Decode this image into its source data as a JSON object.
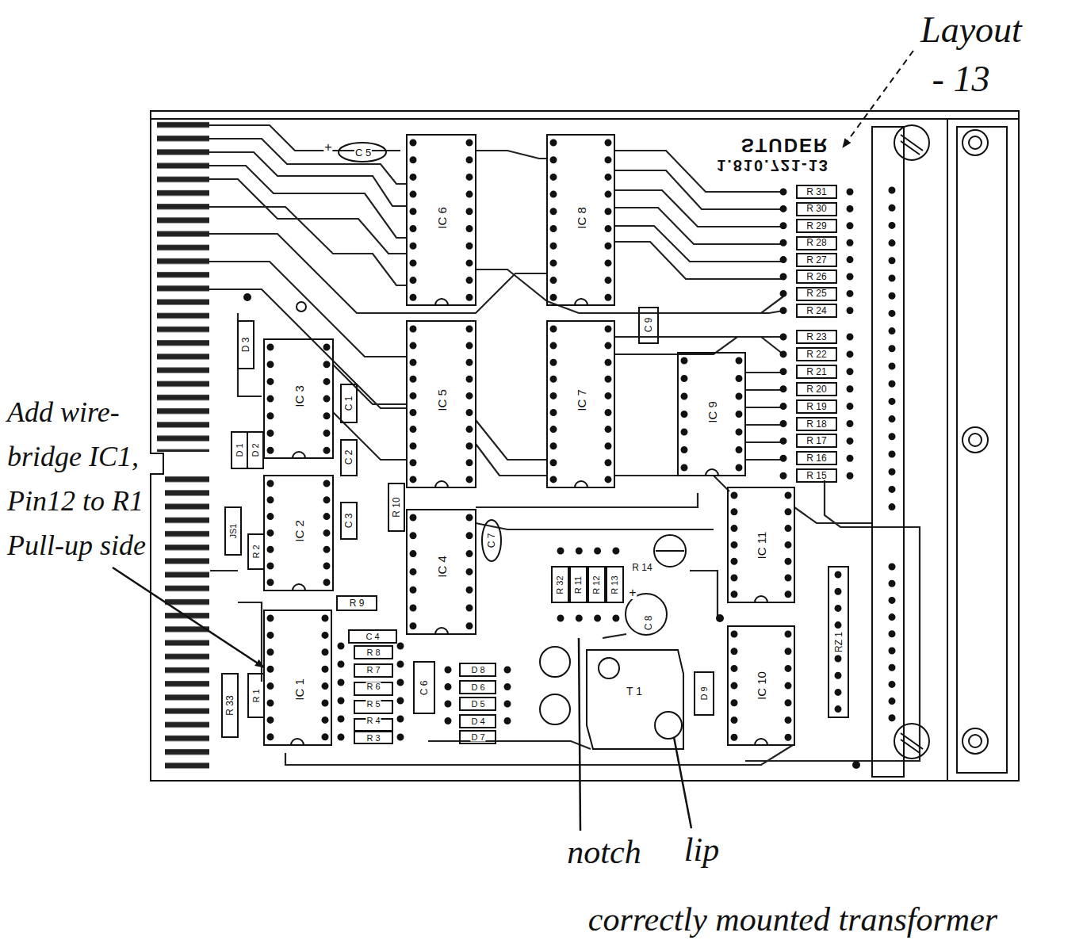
{
  "diagram": {
    "labels": [
      "Layout",
      "- 13",
      "STUDER",
      "1.810.721-13",
      "+",
      "C 5",
      "IC 6",
      "IC 8",
      "R 31",
      "R 30",
      "R 29",
      "R 28",
      "R 27",
      "R 26",
      "R 25",
      "R 24",
      "C 9",
      "R 23",
      "R 22",
      "R 21",
      "R 20",
      "R 19",
      "R 18",
      "R 17",
      "R 16",
      "R 15",
      "IC 5",
      "IC 7",
      "IC 9",
      "D 3",
      "IC 3",
      "C 1",
      "D 1",
      "D 2",
      "C 2",
      "JS1",
      "IC 2",
      "C 3",
      "R 2",
      "R 10",
      "IC 4",
      "C 7",
      "R 32",
      "R 11",
      "R 12",
      "R 13",
      "R 14",
      "IC 11",
      "+",
      "C 8",
      "RZ 1",
      "R 9",
      "C 4",
      "R 8",
      "R 7",
      "R 6",
      "R 5",
      "R 4",
      "R 3",
      "C 6",
      "D 8",
      "D 6",
      "D 5",
      "D 4",
      "D 7",
      "T 1",
      "D 9",
      "IC 10",
      "IC 1",
      "R 1",
      "R 33",
      "Add wire-bridge IC1, Pin12 to R1 Pull-up side",
      "notch",
      "lip",
      "correctly mounted transformer"
    ]
  }
}
